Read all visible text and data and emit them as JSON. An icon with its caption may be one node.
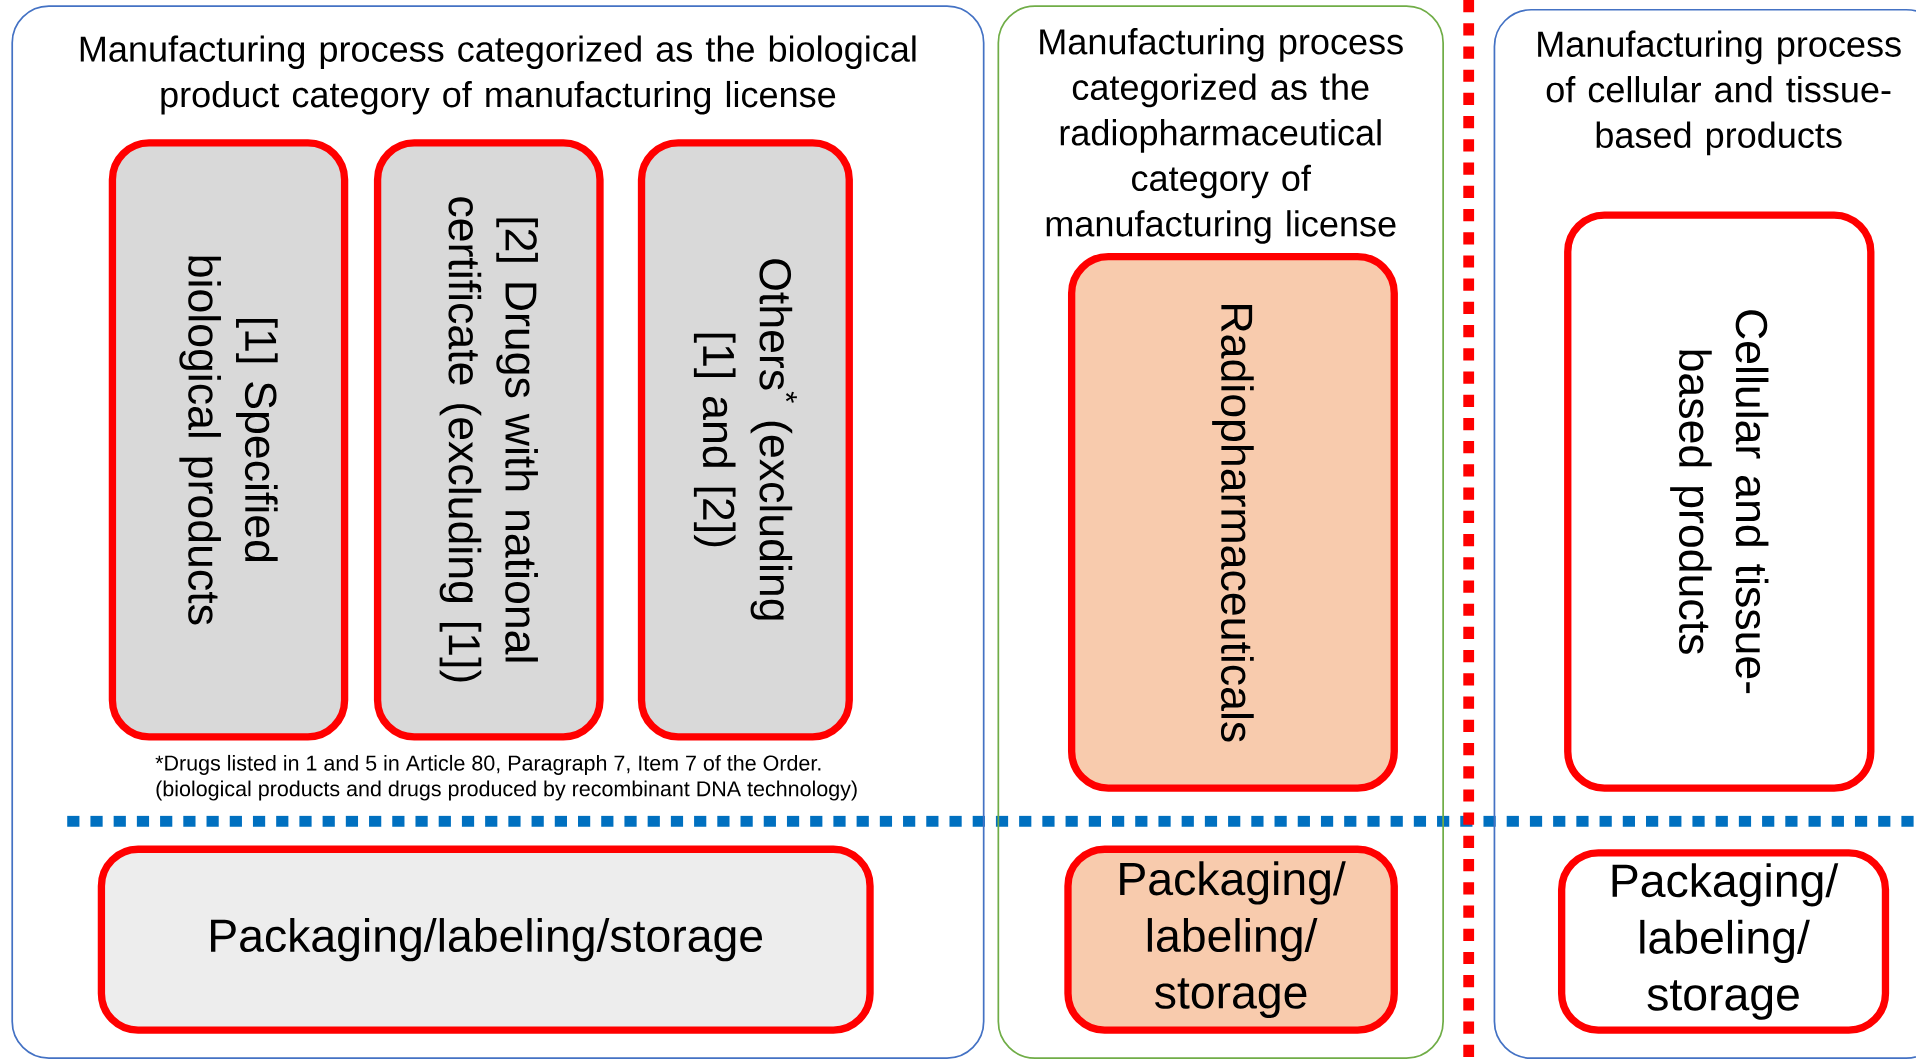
{
  "diagram": {
    "nodes": [
      {
        "text": [
          "Manufacturing process categorized as  the biological product category of manufacturing license"
        ]
      },
      {
        "text": [
          "[1] Specified biological products"
        ],
        "in": 0
      },
      {
        "text": [
          "[2] Drugs with national certificate (excluding [1])"
        ],
        "in": 0
      },
      {
        "text": [
          "Others$^{*}$ (excluding [1] and [2])"
        ],
        "in": 0
      },
      {
        "text": [
          "Packaging/labeling/storage"
        ],
        "in": 0
      },
      {
        "text": [
          "Manufacturing process categorized as  the radiopharmaceutical category of manufacturing license"
        ]
      },
      {
        "text": [
          "Radiopharmaceuticals"
        ],
        "in": 5
      },
      {
        "text": [
          "Packaging/ labeling/ storage"
        ],
        "in": 5
      },
      {
        "text": [
          "Manufacturing process of cellular and tissue-based products"
        ]
      },
      {
        "text": [
          "Cellular and tissue-based products"
        ],
        "in": 8
      },
      {
        "text": [
          "Packaging/ labeling/ storage"
        ],
        "in": 8
      }
    ],
    "labels": [
      "*Drugs listed in 1 and 5 in Article 80, Paragraph 7, Item 7 of the Order.",
      "(biological products and drugs produced by recombinant DNA technology)"
    ]
  }
}
